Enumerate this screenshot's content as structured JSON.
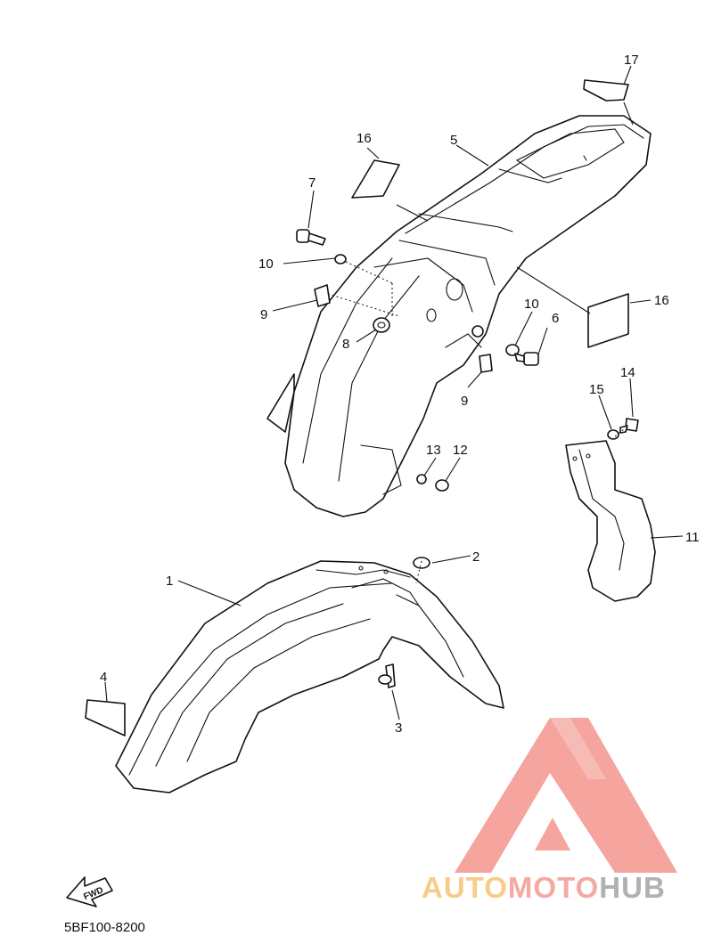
{
  "diagram": {
    "callouts": [
      "1",
      "2",
      "3",
      "4",
      "5",
      "6",
      "7",
      "8",
      "9",
      "9",
      "10",
      "10",
      "11",
      "12",
      "13",
      "14",
      "15",
      "16",
      "16",
      "17"
    ],
    "fwd_label": "FWD",
    "diagram_code": "5BF100-8200"
  },
  "watermark": {
    "part1": "AUTO",
    "part2": "MOTO",
    "part3": "HUB",
    "colors": {
      "auto": "#f8c77c",
      "moto": "#f3a19a",
      "hub": "#a9a9a9",
      "mark": "#f49b94"
    }
  }
}
